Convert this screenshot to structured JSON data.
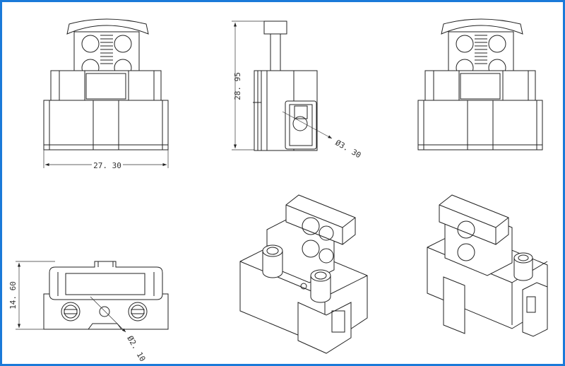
{
  "drawing": {
    "title": "Terminal block technical drawing",
    "border_color": "#1a7ad9",
    "dimensions": {
      "front_width": "27. 30",
      "side_height": "28. 95",
      "side_hole_diameter": "Ø3. 30",
      "bottom_height": "14. 60",
      "bottom_hole_diameter": "Ø2. 10"
    }
  }
}
